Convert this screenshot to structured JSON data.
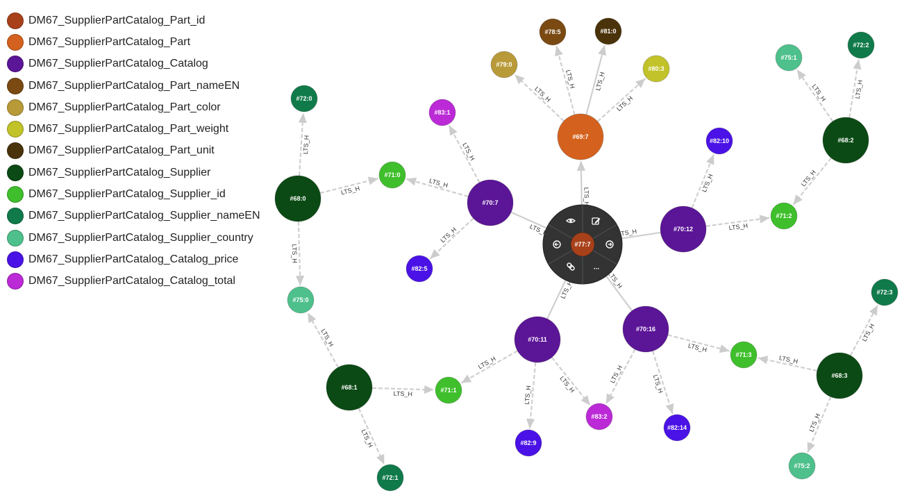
{
  "legend": [
    {
      "label": "DM67_SupplierPartCatalog_Part_id",
      "color": "#a8401a"
    },
    {
      "label": "DM67_SupplierPartCatalog_Part",
      "color": "#d4621e"
    },
    {
      "label": "DM67_SupplierPartCatalog_Catalog",
      "color": "#5b1597"
    },
    {
      "label": "DM67_SupplierPartCatalog_Part_nameEN",
      "color": "#7a4a12"
    },
    {
      "label": "DM67_SupplierPartCatalog_Part_color",
      "color": "#b89a38"
    },
    {
      "label": "DM67_SupplierPartCatalog_Part_weight",
      "color": "#c2c22a"
    },
    {
      "label": "DM67_SupplierPartCatalog_Part_unit",
      "color": "#4a320a"
    },
    {
      "label": "DM67_SupplierPartCatalog_Supplier",
      "color": "#0b4a14"
    },
    {
      "label": "DM67_SupplierPartCatalog_Supplier_id",
      "color": "#3fbf2c"
    },
    {
      "label": "DM67_SupplierPartCatalog_Supplier_nameEN",
      "color": "#107a4a"
    },
    {
      "label": "DM67_SupplierPartCatalog_Supplier_country",
      "color": "#4ec08c"
    },
    {
      "label": "DM67_SupplierPartCatalog_Catalog_price",
      "color": "#4a12e6"
    },
    {
      "label": "DM67_SupplierPartCatalog_Catalog_total",
      "color": "#bb2ad6"
    }
  ],
  "edge_label": "LTS_H",
  "menu": {
    "center": "#77:7",
    "more_label": "..."
  },
  "nodes": [
    {
      "id": "#77:7",
      "type": 0
    },
    {
      "id": "#69:7",
      "type": 1
    },
    {
      "id": "#78:5",
      "type": 3
    },
    {
      "id": "#81:0",
      "type": 6
    },
    {
      "id": "#79:0",
      "type": 4
    },
    {
      "id": "#80:3",
      "type": 5
    },
    {
      "id": "#70:7",
      "type": 2
    },
    {
      "id": "#83:1",
      "type": 12
    },
    {
      "id": "#71:0",
      "type": 8
    },
    {
      "id": "#82:5",
      "type": 11
    },
    {
      "id": "#68:0",
      "type": 7
    },
    {
      "id": "#72:0",
      "type": 9
    },
    {
      "id": "#75:0",
      "type": 10
    },
    {
      "id": "#68:1",
      "type": 7
    },
    {
      "id": "#71:1",
      "type": 8
    },
    {
      "id": "#72:1",
      "type": 9
    },
    {
      "id": "#70:11",
      "type": 2
    },
    {
      "id": "#82:9",
      "type": 11
    },
    {
      "id": "#83:2",
      "type": 12
    },
    {
      "id": "#70:16",
      "type": 2
    },
    {
      "id": "#82:14",
      "type": 11
    },
    {
      "id": "#71:3",
      "type": 8
    },
    {
      "id": "#68:3",
      "type": 7
    },
    {
      "id": "#72:3",
      "type": 9
    },
    {
      "id": "#75:2",
      "type": 10
    },
    {
      "id": "#70:12",
      "type": 2
    },
    {
      "id": "#82:10",
      "type": 11
    },
    {
      "id": "#71:2",
      "type": 8
    },
    {
      "id": "#68:2",
      "type": 7
    },
    {
      "id": "#75:1",
      "type": 10
    },
    {
      "id": "#72:2",
      "type": 9
    }
  ],
  "edges": [
    {
      "from": "#69:7",
      "to": "#78:5",
      "dashed": true
    },
    {
      "from": "#69:7",
      "to": "#81:0",
      "dashed": false
    },
    {
      "from": "#69:7",
      "to": "#79:0",
      "dashed": true
    },
    {
      "from": "#69:7",
      "to": "#80:3",
      "dashed": true
    },
    {
      "from": "#77:7",
      "to": "#69:7",
      "dashed": false
    },
    {
      "from": "#70:7",
      "to": "#77:7",
      "dashed": false
    },
    {
      "from": "#70:7",
      "to": "#83:1",
      "dashed": true
    },
    {
      "from": "#70:7",
      "to": "#71:0",
      "dashed": true
    },
    {
      "from": "#70:7",
      "to": "#82:5",
      "dashed": true
    },
    {
      "from": "#68:0",
      "to": "#72:0",
      "dashed": true
    },
    {
      "from": "#68:0",
      "to": "#71:0",
      "dashed": true
    },
    {
      "from": "#68:0",
      "to": "#75:0",
      "dashed": true
    },
    {
      "from": "#68:1",
      "to": "#75:0",
      "dashed": true
    },
    {
      "from": "#68:1",
      "to": "#71:1",
      "dashed": true
    },
    {
      "from": "#68:1",
      "to": "#72:1",
      "dashed": true
    },
    {
      "from": "#70:11",
      "to": "#77:7",
      "dashed": false
    },
    {
      "from": "#70:11",
      "to": "#71:1",
      "dashed": true
    },
    {
      "from": "#70:11",
      "to": "#82:9",
      "dashed": true
    },
    {
      "from": "#70:11",
      "to": "#83:2",
      "dashed": true
    },
    {
      "from": "#70:16",
      "to": "#77:7",
      "dashed": false
    },
    {
      "from": "#70:16",
      "to": "#83:2",
      "dashed": true
    },
    {
      "from": "#70:16",
      "to": "#82:14",
      "dashed": true
    },
    {
      "from": "#70:16",
      "to": "#71:3",
      "dashed": true
    },
    {
      "from": "#68:3",
      "to": "#71:3",
      "dashed": true
    },
    {
      "from": "#68:3",
      "to": "#72:3",
      "dashed": true
    },
    {
      "from": "#68:3",
      "to": "#75:2",
      "dashed": true
    },
    {
      "from": "#70:12",
      "to": "#77:7",
      "dashed": false
    },
    {
      "from": "#70:12",
      "to": "#82:10",
      "dashed": true
    },
    {
      "from": "#70:12",
      "to": "#71:2",
      "dashed": true
    },
    {
      "from": "#68:2",
      "to": "#71:2",
      "dashed": true
    },
    {
      "from": "#68:2",
      "to": "#75:1",
      "dashed": true
    },
    {
      "from": "#68:2",
      "to": "#72:2",
      "dashed": true
    }
  ],
  "menu_icons": [
    "eye-icon",
    "edit-icon",
    "arrow-left-circle-icon",
    "arrow-right-circle-icon",
    "link-icon",
    "more-icon"
  ]
}
